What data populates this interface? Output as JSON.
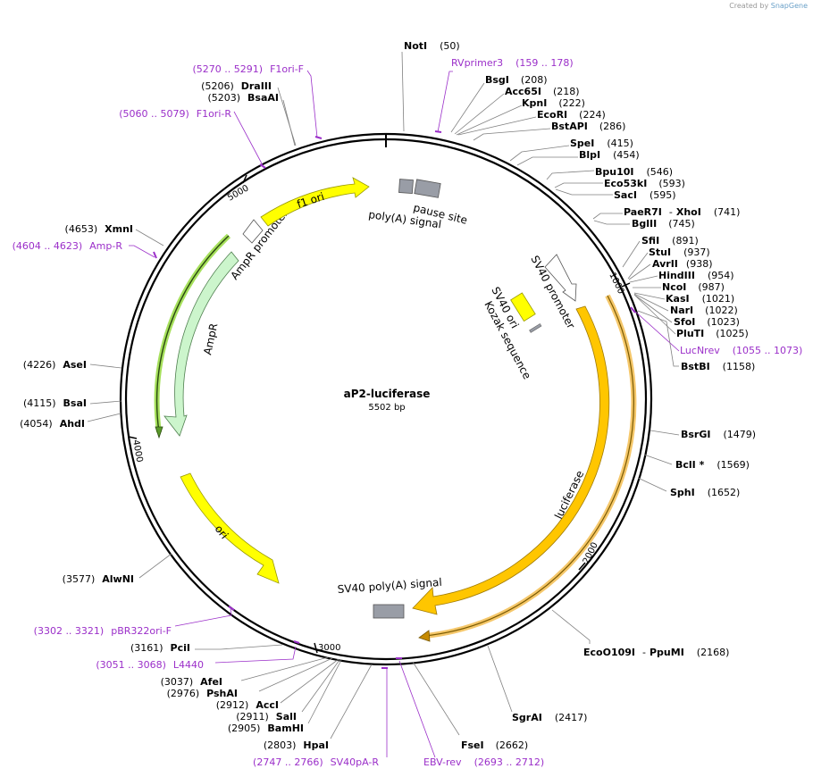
{
  "credit": {
    "text": "Created by",
    "brand": "SnapGene"
  },
  "plasmid": {
    "name": "aP2-luciferase",
    "length_label": "5502 bp",
    "length": 5502
  },
  "ticks": [
    {
      "pos": 1000,
      "label": "1000"
    },
    {
      "pos": 2000,
      "label": "2000"
    },
    {
      "pos": 3000,
      "label": "3000"
    },
    {
      "pos": 4000,
      "label": "4000"
    },
    {
      "pos": 5000,
      "label": "5000"
    }
  ],
  "features": [
    {
      "name": "luciferase",
      "label": "luciferase",
      "type": "arc-arrow",
      "start": 1130,
      "end": 2750,
      "color": "#ffc600",
      "stroke": "#b38b00"
    },
    {
      "name": "luciferase-highlight",
      "label": "",
      "type": "arc-arrow-thin",
      "start": 1150,
      "end": 2780,
      "color": "#ffc600",
      "stroke": "#7a5a00"
    },
    {
      "name": "ampr",
      "label": "AmpR",
      "type": "arc-arrow-rev",
      "start": 3980,
      "end": 4830,
      "color": "#ccf5cc",
      "stroke": "#558855"
    },
    {
      "name": "ampr-highlight",
      "label": "",
      "type": "arc-arrow-rev-thin",
      "start": 3930,
      "end": 4830,
      "color": "#7fcc33",
      "stroke": "#2a4a10"
    },
    {
      "name": "ampr-promoter",
      "label": "AmpR promoter",
      "type": "arc-arrow-rev",
      "start": 4840,
      "end": 4930,
      "color": "#ffffff",
      "stroke": "#666666"
    },
    {
      "name": "ori",
      "label": "ori",
      "type": "arc-arrow-rev",
      "start": 3180,
      "end": 3770,
      "color": "#ffff00",
      "stroke": "#999900"
    },
    {
      "name": "f1-ori",
      "label": "f1 ori",
      "type": "arc-arrow",
      "start": 4990,
      "end": 5440,
      "color": "#ffff00",
      "stroke": "#999900"
    },
    {
      "name": "sv40-polya",
      "label": "SV40 poly(A) signal",
      "type": "box",
      "start": 2830,
      "end": 2955,
      "color": "#999da6"
    },
    {
      "name": "poly-a-signal",
      "label": "poly(A) signal",
      "type": "box",
      "start": 5470,
      "end": 5490,
      "color": "#999da6"
    },
    {
      "name": "pause-site",
      "label": "pause site",
      "type": "box",
      "start": 10,
      "end": 40,
      "color": "#999da6"
    },
    {
      "name": "sv40-promoter",
      "label": "SV40 promoter",
      "type": "arrow",
      "color": "#ffffff"
    },
    {
      "name": "sv40-ori",
      "label": "SV40 ori",
      "type": "box",
      "color": "#ffff00"
    },
    {
      "name": "kozak",
      "label": "Kozak sequence",
      "type": "box",
      "color": "#999da6"
    }
  ],
  "sites": [
    {
      "name": "NotI",
      "pos": "(50)",
      "color": "#000"
    },
    {
      "name": "RVprimer3",
      "pos": "(159 .. 178)",
      "primer": true
    },
    {
      "name": "BsgI",
      "pos": "(208)"
    },
    {
      "name": "Acc65I",
      "pos": "(218)"
    },
    {
      "name": "KpnI",
      "pos": "(222)"
    },
    {
      "name": "EcoRI",
      "pos": "(224)"
    },
    {
      "name": "BstAPI",
      "pos": "(286)"
    },
    {
      "name": "SpeI",
      "pos": "(415)"
    },
    {
      "name": "BlpI",
      "pos": "(454)"
    },
    {
      "name": "Bpu10I",
      "pos": "(546)"
    },
    {
      "name": "Eco53kI",
      "pos": "(593)"
    },
    {
      "name": "SacI",
      "pos": "(595)"
    },
    {
      "name": "PaeR7I",
      "name2": "XhoI",
      "pos": "(741)"
    },
    {
      "name": "BglII",
      "pos": "(745)"
    },
    {
      "name": "SfiI",
      "pos": "(891)"
    },
    {
      "name": "StuI",
      "pos": "(937)"
    },
    {
      "name": "AvrII",
      "pos": "(938)"
    },
    {
      "name": "HindIII",
      "pos": "(954)"
    },
    {
      "name": "NcoI",
      "pos": "(987)"
    },
    {
      "name": "KasI",
      "pos": "(1021)"
    },
    {
      "name": "NarI",
      "pos": "(1022)"
    },
    {
      "name": "SfoI",
      "pos": "(1023)"
    },
    {
      "name": "PluTI",
      "pos": "(1025)"
    },
    {
      "name": "LucNrev",
      "pos": "(1055 .. 1073)",
      "primer": true
    },
    {
      "name": "BstBI",
      "pos": "(1158)"
    },
    {
      "name": "BsrGI",
      "pos": "(1479)"
    },
    {
      "name": "BclI *",
      "pos": "(1569)"
    },
    {
      "name": "SphI",
      "pos": "(1652)"
    },
    {
      "name": "EcoO109I",
      "name2": "PpuMI",
      "pos": "(2168)"
    },
    {
      "name": "SgrAI",
      "pos": "(2417)"
    },
    {
      "name": "FseI",
      "pos": "(2662)"
    },
    {
      "name": "EBV-rev",
      "pos": "(2693 .. 2712)",
      "primer": true
    },
    {
      "name": "SV40pA-R",
      "pos": "(2747 .. 2766)",
      "primer": true
    },
    {
      "name": "HpaI",
      "pos": "(2803)"
    },
    {
      "name": "BamHI",
      "pos": "(2905)"
    },
    {
      "name": "SalI",
      "pos": "(2911)"
    },
    {
      "name": "AccI",
      "pos": "(2912)"
    },
    {
      "name": "PshAI",
      "pos": "(2976)"
    },
    {
      "name": "AfeI",
      "pos": "(3037)"
    },
    {
      "name": "L4440",
      "pos": "(3051 .. 3068)",
      "primer": true
    },
    {
      "name": "PciI",
      "pos": "(3161)"
    },
    {
      "name": "pBR322ori-F",
      "pos": "(3302 .. 3321)",
      "primer": true
    },
    {
      "name": "AlwNI",
      "pos": "(3577)"
    },
    {
      "name": "AhdI",
      "pos": "(4054)"
    },
    {
      "name": "BsaI",
      "pos": "(4115)"
    },
    {
      "name": "AseI",
      "pos": "(4226)"
    },
    {
      "name": "Amp-R",
      "pos": "(4604 .. 4623)",
      "primer": true
    },
    {
      "name": "XmnI",
      "pos": "(4653)"
    },
    {
      "name": "F1ori-R",
      "pos": "(5060 .. 5079)",
      "primer": true
    },
    {
      "name": "BsaAI",
      "pos": "(5203)"
    },
    {
      "name": "DraIII",
      "pos": "(5206)"
    },
    {
      "name": "F1ori-F",
      "pos": "(5270 .. 5291)",
      "primer": true
    }
  ],
  "colors": {
    "primer": "#9b2fc9",
    "backbone": "#000000",
    "leader": "#808080"
  }
}
